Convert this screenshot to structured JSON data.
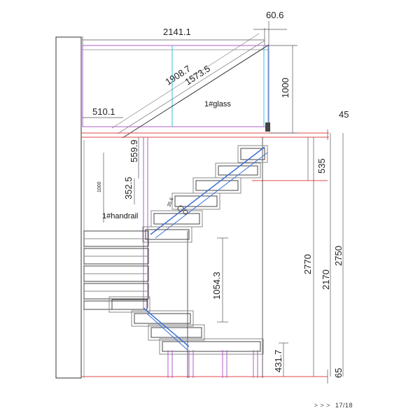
{
  "drawing": {
    "labels": {
      "glass": "1#glass",
      "handrail": "1#handrail"
    },
    "dimensions": {
      "top_width": "2141.1",
      "top_offset": "60.6",
      "diag_long": "1908.7",
      "diag_short": "1573.5",
      "rail_height": "1000",
      "landing_offset": "510.1",
      "post_height": "559.9",
      "lower_post": "352.5",
      "small_height": "1000",
      "floor_thickness": "45",
      "upper_riser": "535",
      "total_height_a": "2770",
      "total_height_b": "2750",
      "mid_height": "2170",
      "lower_flight": "1054.3",
      "bottom_step": "431.7",
      "base_offset": "65",
      "small_angle": "35.6"
    },
    "colors": {
      "outline": "#7a7a7a",
      "magenta": "#b05cc9",
      "blue": "#3a6fd8",
      "cyan": "#36c3d6",
      "red": "#e04848",
      "dark": "#333333"
    }
  },
  "footer": {
    "arrows": "> > >",
    "page": "17/18"
  }
}
